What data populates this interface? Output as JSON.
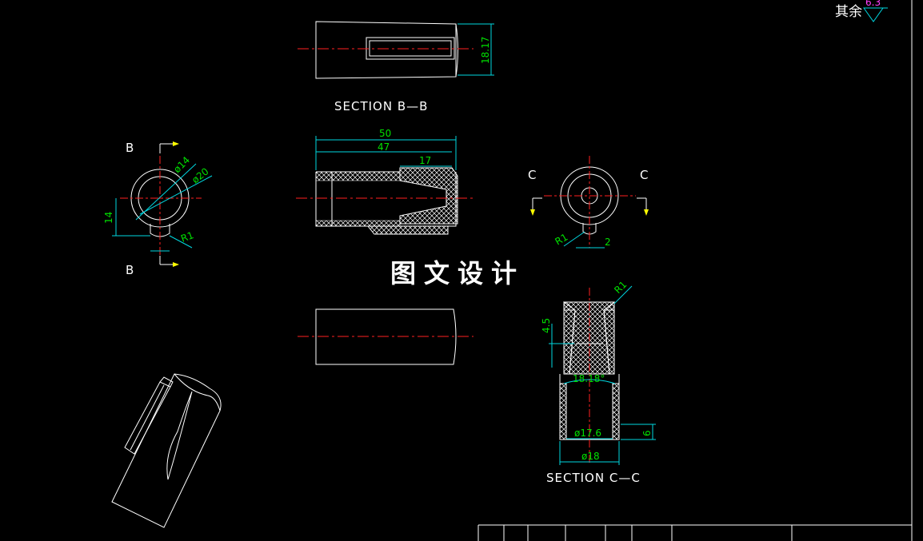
{
  "labels": {
    "section_bb": "SECTION B—B",
    "section_cc": "SECTION C—C",
    "letter_b_top": "B",
    "letter_b_bottom": "B",
    "letter_c_left": "C",
    "letter_c_right": "C",
    "watermark": "图文设计",
    "surface_note": "其余",
    "roughness_value": "6.3"
  },
  "dimensions": {
    "height_18_17": "18.17",
    "length_50": "50",
    "length_47": "47",
    "length_17": "17",
    "dia_14": "ø14",
    "dia_20": "ø20",
    "height_14": "14",
    "radius_r1_front": "R1",
    "radius_r1_right": "R1",
    "width_2": "2",
    "radius_r1_section": "R1",
    "depth_4_5": "4.5",
    "angle_18": "18.18°",
    "dia_17_6": "ø17.6",
    "dia_18": "ø18",
    "height_6": "6"
  },
  "colors": {
    "outline": "#ffffff",
    "dimension": "#00e000",
    "dimension_line": "#00d7e0",
    "centerline": "#ff2020",
    "arrow": "#ffff00",
    "hatch": "#ffffff",
    "roughness": "#ff40ff"
  }
}
